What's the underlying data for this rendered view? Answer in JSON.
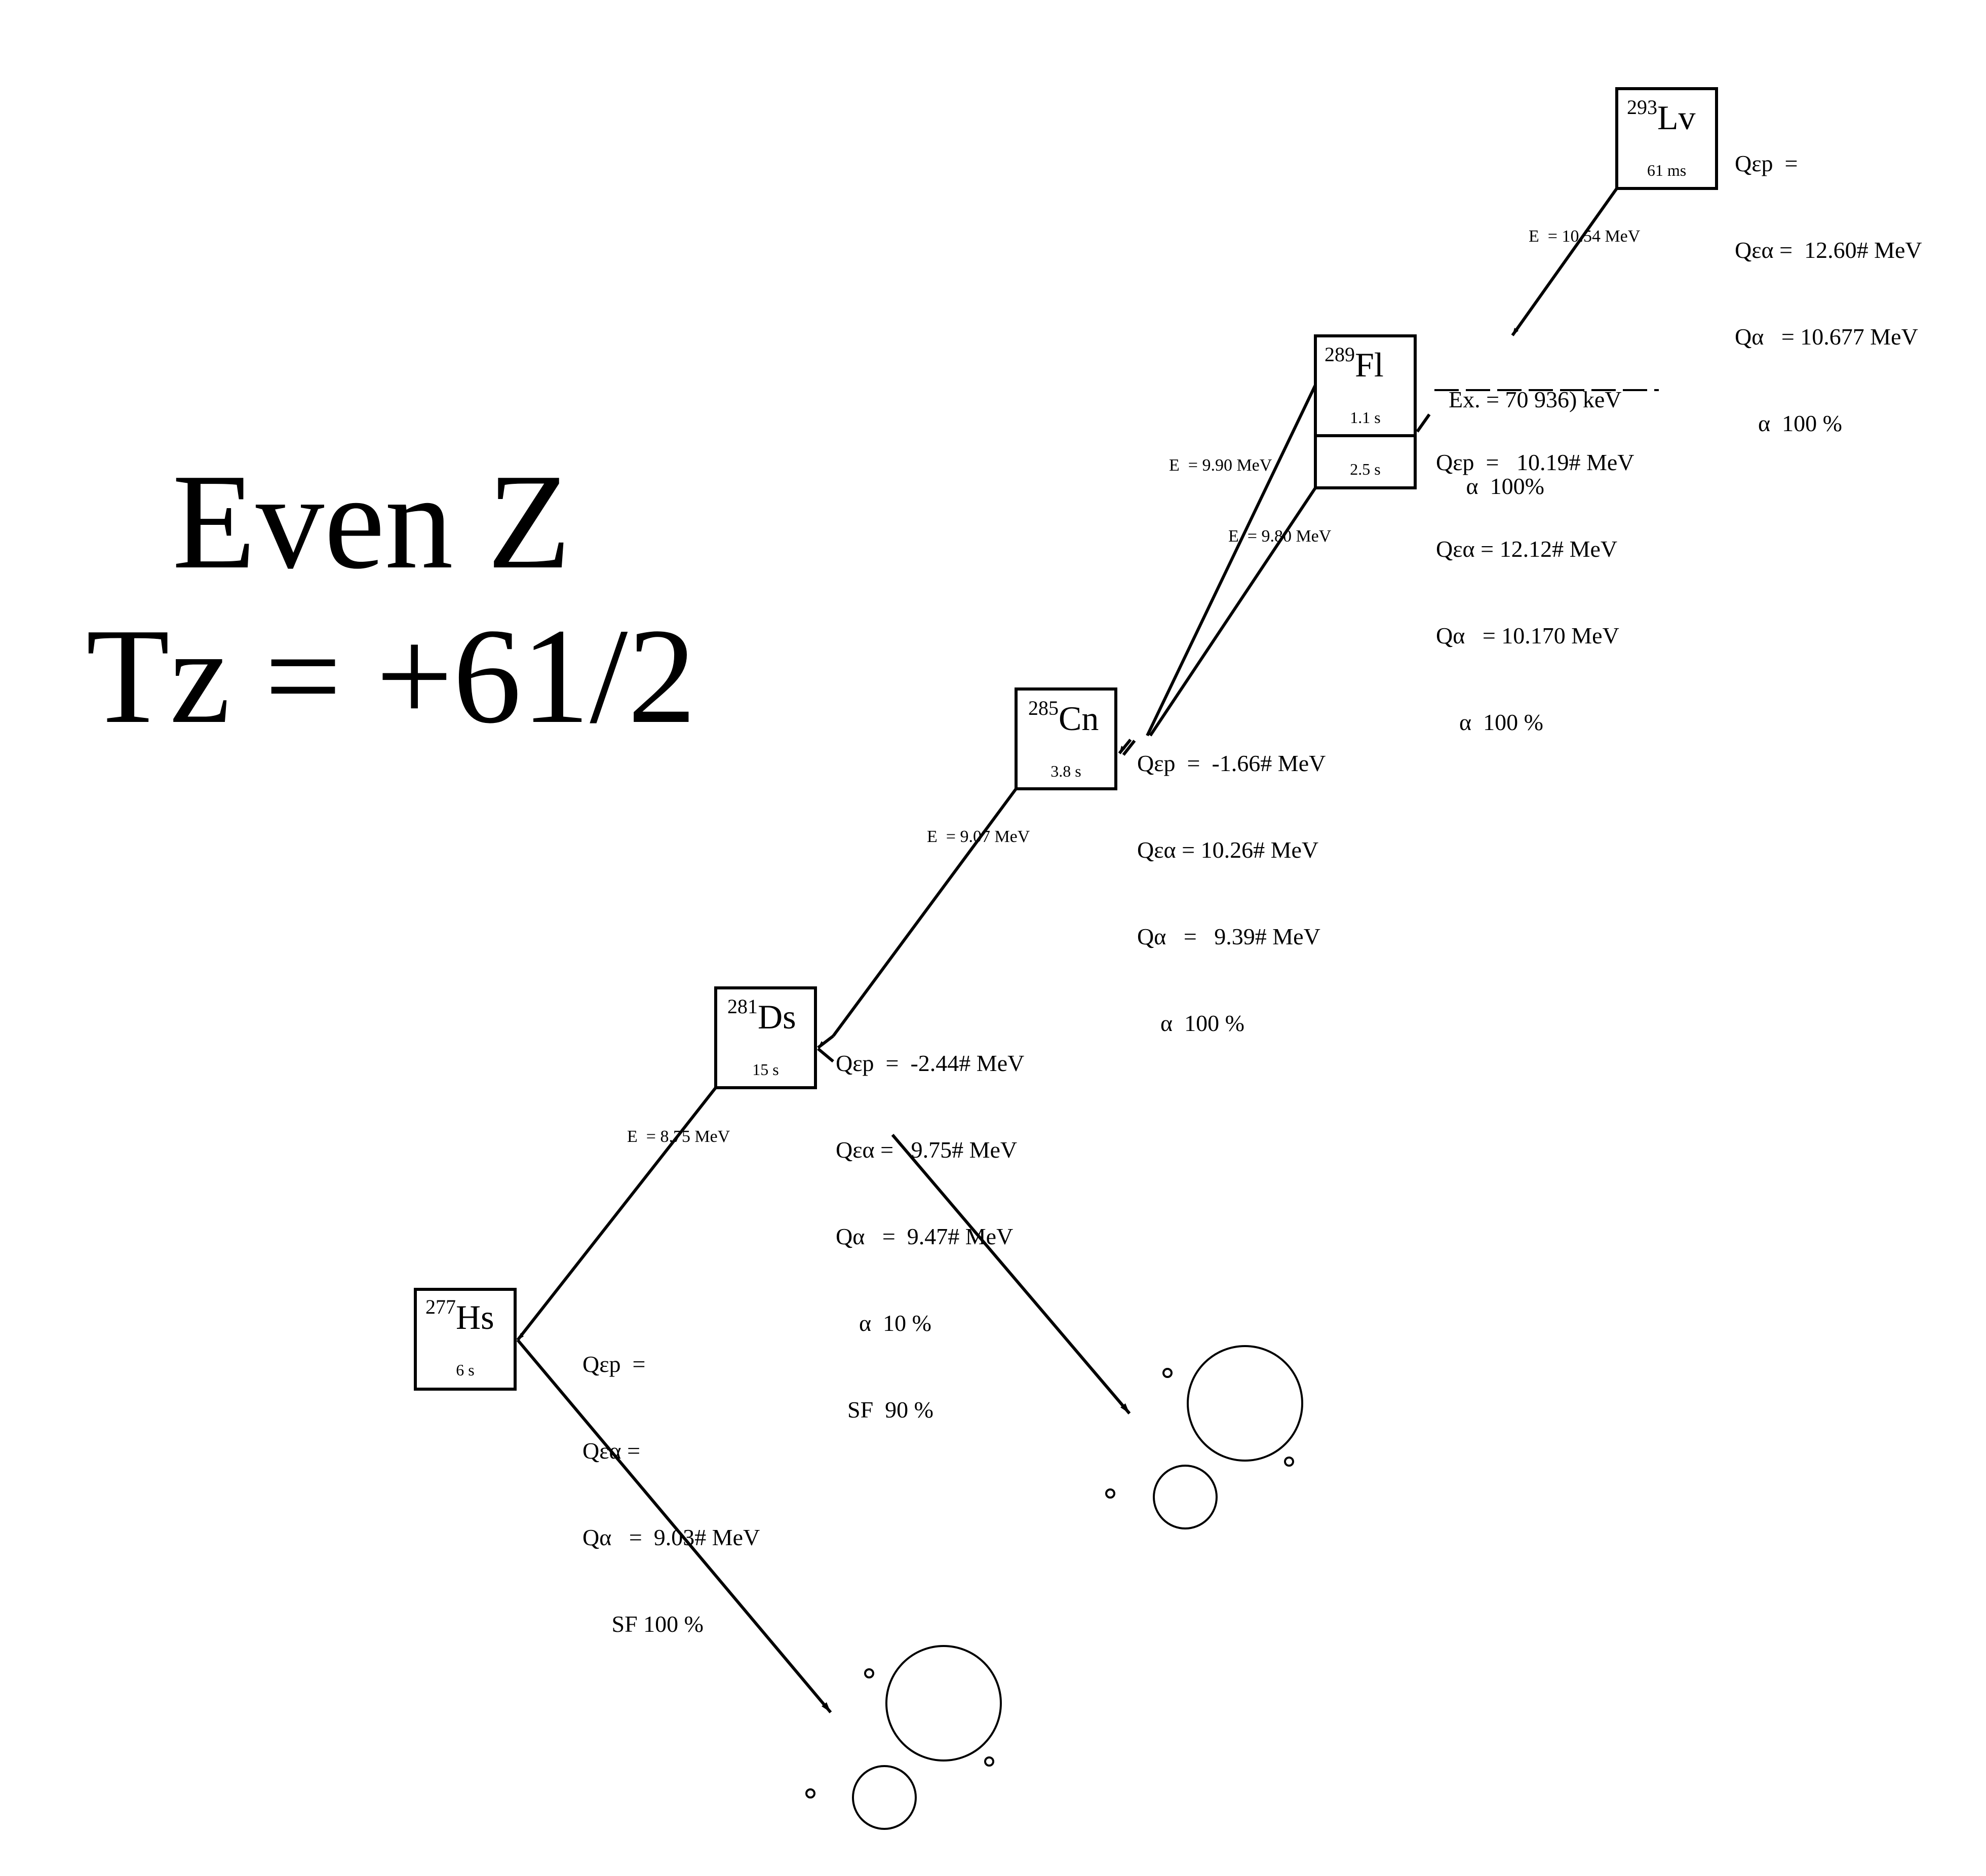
{
  "title": {
    "line1": "Even Z",
    "line2": "Tz = +61/2"
  },
  "nuclides": {
    "lv": {
      "mass": "293",
      "symbol": "Lv",
      "halflife": "61 ms",
      "info": [
        "Qεp  =",
        "Qεα =  12.60# MeV",
        "Qα   = 10.677 MeV",
        "    α  100 %"
      ]
    },
    "fl": {
      "mass": "289",
      "symbol": "Fl",
      "halflife": "1.1 s",
      "halflife_isomer": "2.5 s",
      "isomer_info": [
        "Ex. = 70 936) keV",
        "   α  100%"
      ],
      "info": [
        "Qεp  =   10.19# MeV",
        "Qεα = 12.12# MeV",
        "Qα   = 10.170 MeV",
        "    α  100 %"
      ]
    },
    "cn": {
      "mass": "285",
      "symbol": "Cn",
      "halflife": "3.8 s",
      "info": [
        "Qεp  =  -1.66# MeV",
        "Qεα = 10.26# MeV",
        "Qα   =   9.39# MeV",
        "    α  100 %"
      ]
    },
    "ds": {
      "mass": "281",
      "symbol": "Ds",
      "halflife": "15 s",
      "info": [
        "Qεp  =  -2.44# MeV",
        "Qεα =   9.75# MeV",
        "Qα   =  9.47# MeV",
        "    α  10 %",
        "  SF  90 %"
      ]
    },
    "hs": {
      "mass": "277",
      "symbol": "Hs",
      "halflife": "6 s",
      "info": [
        "Qεp  =",
        "Qεα =",
        "Qα   =  9.03# MeV",
        "     SF 100 %"
      ]
    }
  },
  "transitions": {
    "lv_fl": "E  = 10.54 MeV",
    "fl_cn_ground": "E  = 9.90 MeV",
    "fl_cn_isomer": "E  = 9.80 MeV",
    "cn_ds": "E  = 9.07 MeV",
    "ds_hs": "E  = 8.75 MeV"
  },
  "colors": {
    "line": "#000000",
    "background": "#ffffff"
  }
}
